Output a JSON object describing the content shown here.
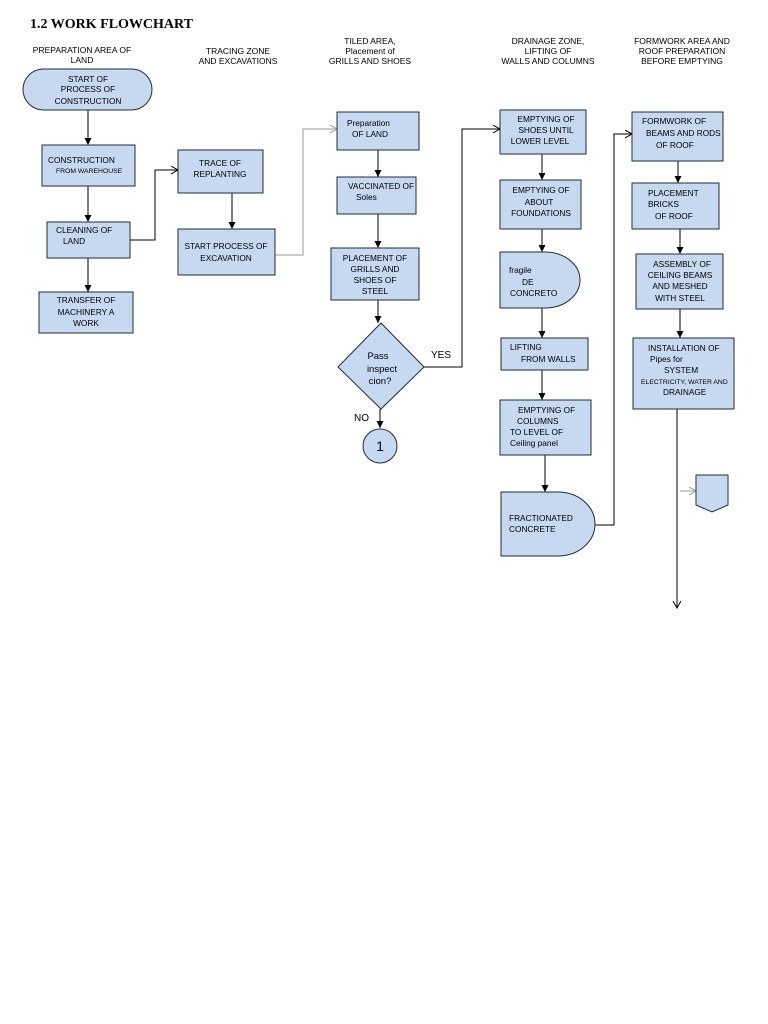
{
  "title": "1.2 WORK FLOWCHART",
  "zones": [
    "PREPARATION AREA OF\nLAND",
    "TRACING ZONE\nAND EXCAVATIONS",
    "TILED AREA,\nPlacement of\nGRILLS AND SHOES",
    "DRAINAGE ZONE,\nLIFTING OF\nWALLS AND COLUMNS",
    "FORMWORK AREA AND\nROOF PREPARATION\nBEFORE EMPTYING"
  ],
  "nodes": {
    "start": [
      "START OF",
      "PROCESS OF",
      "CONSTRUCTION"
    ],
    "construction": [
      "CONSTRUCTION",
      "FROM WAREHOUSE"
    ],
    "cleaning": [
      "CLEANING OF",
      "LAND"
    ],
    "transfer": [
      "TRANSFER OF",
      "MACHINERY A",
      "WORK"
    ],
    "trace": [
      "TRACE OF",
      "REPLANTING"
    ],
    "excavation": [
      "START PROCESS OF",
      "EXCAVATION"
    ],
    "preparation": [
      "Preparation",
      "OF LAND"
    ],
    "vaccinated": [
      "VACCINATED OF",
      "Soles"
    ],
    "placement": [
      "PLACEMENT OF",
      "GRILLS AND",
      "SHOES OF",
      "STEEL"
    ],
    "decision": [
      "Pass",
      "inspect",
      "cion?"
    ],
    "connector": "1",
    "emptying_shoes": [
      "EMPTYING OF",
      "SHOES UNTIL",
      "LOWER LEVEL"
    ],
    "emptying_foundations": [
      "EMPTYING OF",
      "ABOUT",
      "FOUNDATIONS"
    ],
    "fragile": [
      "fragile",
      "DE",
      "CONCRETO"
    ],
    "lifting": [
      "LIFTING",
      "FROM WALLS"
    ],
    "emptying_columns": [
      "EMPTYING OF",
      "COLUMNS",
      "TO LEVEL OF",
      "Ceiling panel"
    ],
    "fractionated": [
      "FRACTIONATED",
      "CONCRETE"
    ],
    "formwork": [
      "FORMWORK OF",
      "BEAMS AND RODS",
      "OF ROOF"
    ],
    "bricks": [
      "PLACEMENT",
      "BRICKS",
      "OF ROOF"
    ],
    "assembly": [
      "ASSEMBLY OF",
      "CEILING BEAMS",
      "AND MESHED",
      "WITH STEEL"
    ],
    "installation": [
      "INSTALLATION OF",
      "Pipes for",
      "SYSTEM",
      "ELECTRICITY, WATER AND",
      "DRAINAGE"
    ]
  },
  "edge_labels": {
    "yes": "YES",
    "no": "NO"
  },
  "colors": {
    "node_fill": "#c6d9f1",
    "node_stroke": "#1f2d3a",
    "edge": "#000000",
    "edge_secondary": "#9a9a9a"
  }
}
